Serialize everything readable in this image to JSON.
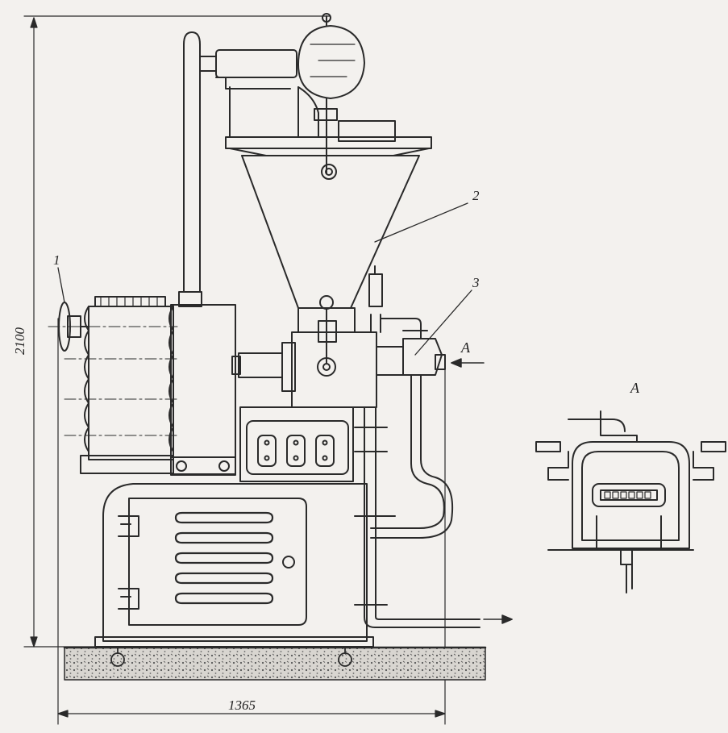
{
  "dimensions": {
    "height": "2100",
    "width": "1365"
  },
  "callouts": {
    "one": "1",
    "two": "2",
    "three": "3"
  },
  "view": {
    "arrow_label": "A",
    "detail_title": "A"
  },
  "colors": {
    "ink": "#2a2a2a",
    "paper": "#f3f1ee",
    "floor_hatch": "#6a6a6a"
  }
}
